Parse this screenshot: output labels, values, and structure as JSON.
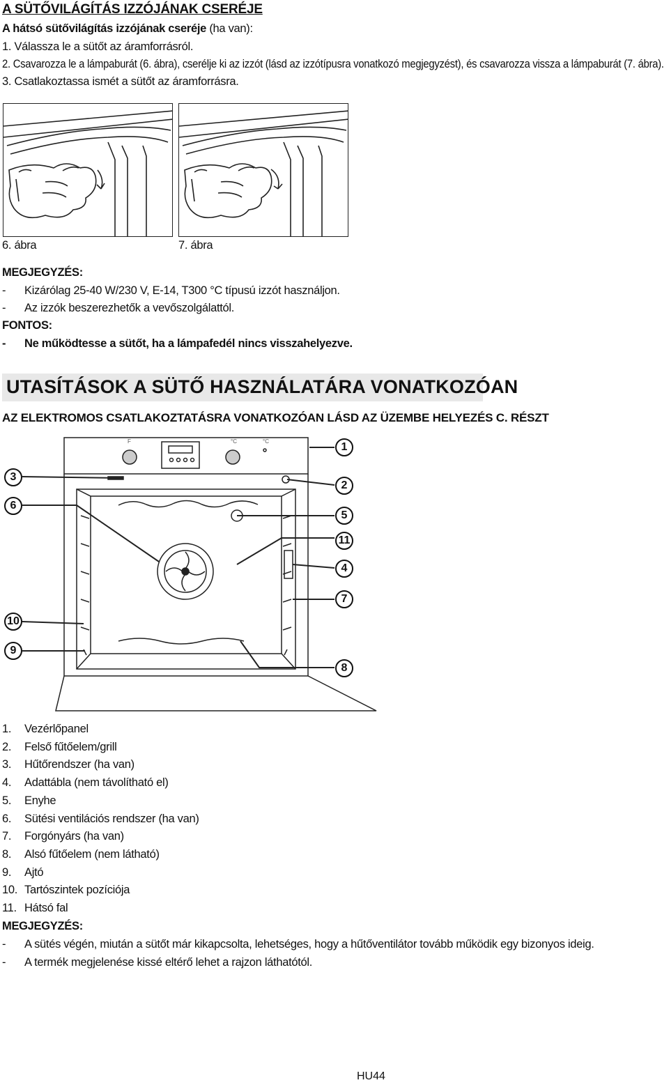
{
  "title": "A SÜTŐVILÁGÍTÁS IZZÓJÁNAK CSERÉJE",
  "subtitle_bold": "A hátsó sütővilágítás izzójának cseréje",
  "subtitle_rest": " (ha van):",
  "steps": [
    "1.   Válassza le a sütőt az áramforrásról.",
    "2.   Csavarozza le a lámpaburát (6. ábra), cserélje ki az izzót (lásd az izzótípusra vonatkozó megjegyzést), és csavarozza vissza a lámpaburát (7. ábra).",
    "3.   Csatlakoztassa ismét a sütőt az áramforrásra."
  ],
  "figures": [
    "6. ábra",
    "7. ábra"
  ],
  "note1": {
    "heading": "MEGJEGYZÉS:",
    "items": [
      "Kizárólag 25-40 W/230 V, E-14, T300 °C típusú izzót használjon.",
      "Az izzók beszerezhetők a vevőszolgálattól."
    ]
  },
  "important": {
    "heading": "FONTOS:",
    "items": [
      "Ne működtesse a sütőt, ha a lámpafedél nincs visszahelyezve."
    ]
  },
  "banner": "UTASÍTÁSOK A SÜTŐ HASZNÁLATÁRA VONATKOZÓAN",
  "subheading": "AZ ELEKTROMOS CSATLAKOZTATÁSRA VONATKOZÓAN LÁSD AZ ÜZEMBE HELYEZÉS C. RÉSZT",
  "callouts": [
    "1",
    "2",
    "3",
    "4",
    "5",
    "6",
    "7",
    "8",
    "9",
    "10",
    "11"
  ],
  "parts": [
    {
      "num": "1.",
      "label": "Vezérlőpanel"
    },
    {
      "num": "2.",
      "label": "Felső fűtőelem/grill"
    },
    {
      "num": "3.",
      "label": "Hűtőrendszer (ha van)"
    },
    {
      "num": "4.",
      "label": "Adattábla (nem távolítható el)"
    },
    {
      "num": "5.",
      "label": "Enyhe"
    },
    {
      "num": "6.",
      "label": "Sütési ventilációs rendszer (ha van)"
    },
    {
      "num": "7.",
      "label": "Forgónyárs (ha van)"
    },
    {
      "num": "8.",
      "label": "Alsó fűtőelem (nem látható)"
    },
    {
      "num": "9.",
      "label": "Ajtó"
    },
    {
      "num": "10.",
      "label": "Tartószintek pozíciója"
    },
    {
      "num": "11.",
      "label": "Hátsó fal"
    }
  ],
  "note2": {
    "heading": "MEGJEGYZÉS:",
    "items": [
      "A sütés végén, miután a sütőt már kikapcsolta, lehetséges, hogy a hűtőventilátor tovább működik egy bizonyos ideig.",
      "A termék megjelenése kissé eltérő lehet a rajzon láthatótól."
    ]
  },
  "panel_marks": [
    "F",
    "°C",
    "°C"
  ],
  "footer": "HU44"
}
